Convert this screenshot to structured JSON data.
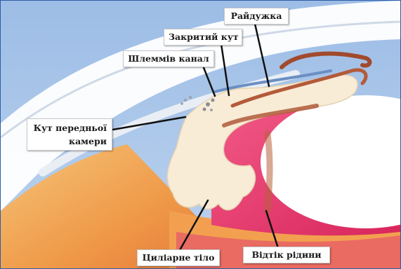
{
  "labels": {
    "iris": "Райдужка",
    "closed_angle": "Закритий кут",
    "schlemm_canal": "Шлеммів канал",
    "anterior_chamber_angle_line1": "Кут передньої",
    "anterior_chamber_angle_line2": "камери",
    "ciliary_body": "Циліарне тіло",
    "fluid_outflow": "Відтік рідини"
  },
  "colors": {
    "background_blue": "#a9c6e8",
    "frame_blue": "#2c5ea8",
    "cornea": "#eef3f8",
    "sclera_tissue": "#f7ecd8",
    "ciliary_pink": "#e0336a",
    "iris_brown": "#b45a3a",
    "lens_white": "#ffffff",
    "orange_band": "#f0a24a"
  }
}
